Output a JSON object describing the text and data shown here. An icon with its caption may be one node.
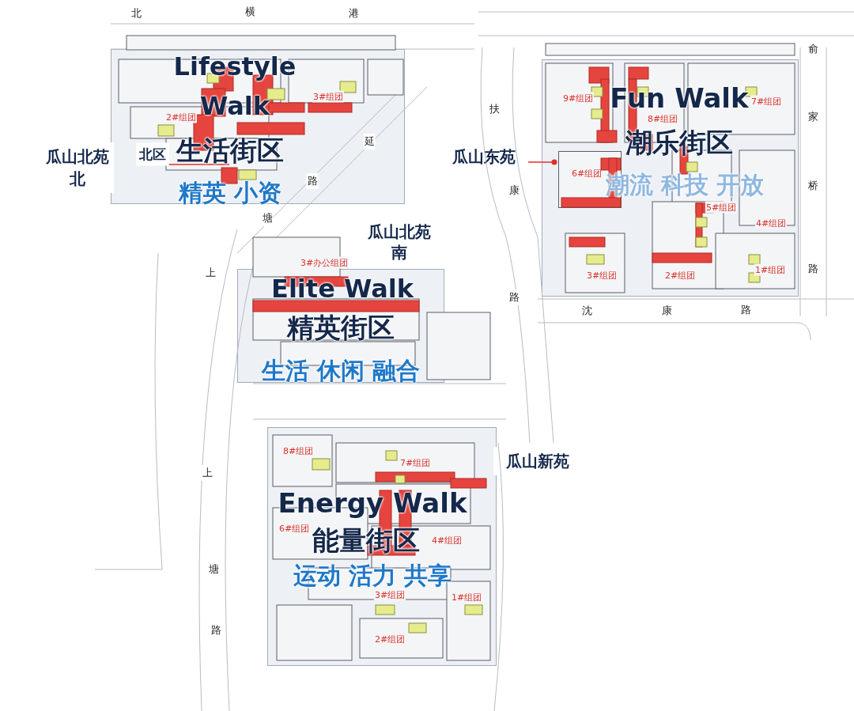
{
  "diagram": {
    "nodes": [
      {
        "text": [
          "Lifestyle Walk",
          "生活街区",
          "精英 小资"
        ]
      },
      {
        "text": [
          "Fun Walk",
          "潮乐街区",
          "潮流 科技 开放"
        ]
      },
      {
        "text": [
          "6#组团"
        ],
        "in": 1
      },
      {
        "text": [
          "瓜山北苑北"
        ]
      },
      {
        "text": [
          "瓜山东苑"
        ]
      },
      {
        "text": [
          "瓜山北苑南"
        ]
      },
      {
        "text": [
          "Elite Walk",
          "精英街区",
          "生活 休闲 融合"
        ]
      },
      {
        "text": [
          "瓜山新苑"
        ]
      },
      {
        "text": [
          "Energy Walk",
          "能量街区",
          "运动 活力 共享"
        ]
      }
    ],
    "edges": [
      {
        "from": 4,
        "to": 2,
        "arrow": "other",
        "color": "#e0302a"
      }
    ],
    "labels": [
      "北",
      "横",
      "港",
      "俞",
      "3#组团",
      "9#组团",
      "8#组团",
      "7#组团",
      "扶",
      "2#组团",
      "家",
      "延",
      "北区",
      "5#组团",
      "路",
      "康",
      "4#组团",
      "桥",
      "塘",
      "上",
      "3#办公组团",
      "3#组团",
      "2#组团",
      "1#组团",
      "路",
      "路",
      "沈",
      "康",
      "路",
      "8#组团",
      "7#组团",
      "上",
      "6#组团",
      "4#组团",
      "塘",
      "3#组团",
      "1#组团",
      "路",
      "2#组团"
    ]
  }
}
